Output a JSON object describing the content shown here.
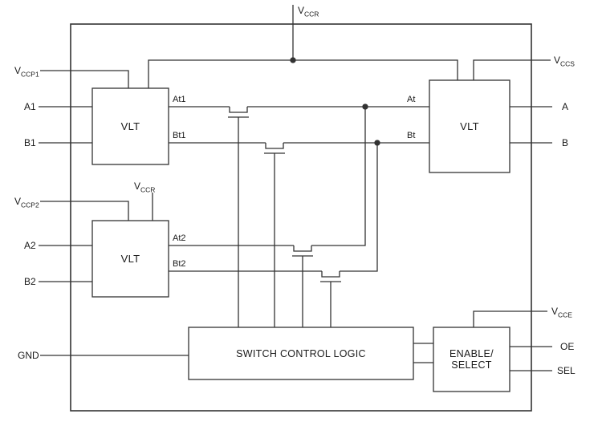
{
  "colors": {
    "line": "#333333",
    "background": "#ffffff",
    "text": "#1a1a1a"
  },
  "blocks": {
    "vlt1": {
      "label": "VLT"
    },
    "vlt2": {
      "label": "VLT"
    },
    "vlt3": {
      "label": "VLT"
    },
    "switch_control": {
      "label": "SWITCH CONTROL LOGIC"
    },
    "enable_select": {
      "label": "ENABLE/\nSELECT"
    }
  },
  "pins": {
    "vccr_top": {
      "base": "V",
      "sub": "CCR"
    },
    "vccp1": {
      "base": "V",
      "sub": "CCP1"
    },
    "a1": {
      "label": "A1"
    },
    "b1": {
      "label": "B1"
    },
    "vccp2": {
      "base": "V",
      "sub": "CCP2"
    },
    "vccr_mid": {
      "base": "V",
      "sub": "CCR"
    },
    "a2": {
      "label": "A2"
    },
    "b2": {
      "label": "B2"
    },
    "gnd": {
      "label": "GND"
    },
    "vccs": {
      "base": "V",
      "sub": "CCS"
    },
    "a": {
      "label": "A"
    },
    "b": {
      "label": "B"
    },
    "vcce": {
      "base": "V",
      "sub": "CCE"
    },
    "oe": {
      "label": "OE"
    },
    "sel": {
      "label": "SEL"
    }
  },
  "nets": {
    "at1": {
      "label": "At1"
    },
    "bt1": {
      "label": "Bt1"
    },
    "at2": {
      "label": "At2"
    },
    "bt2": {
      "label": "Bt2"
    },
    "at": {
      "label": "At"
    },
    "bt": {
      "label": "Bt"
    }
  }
}
